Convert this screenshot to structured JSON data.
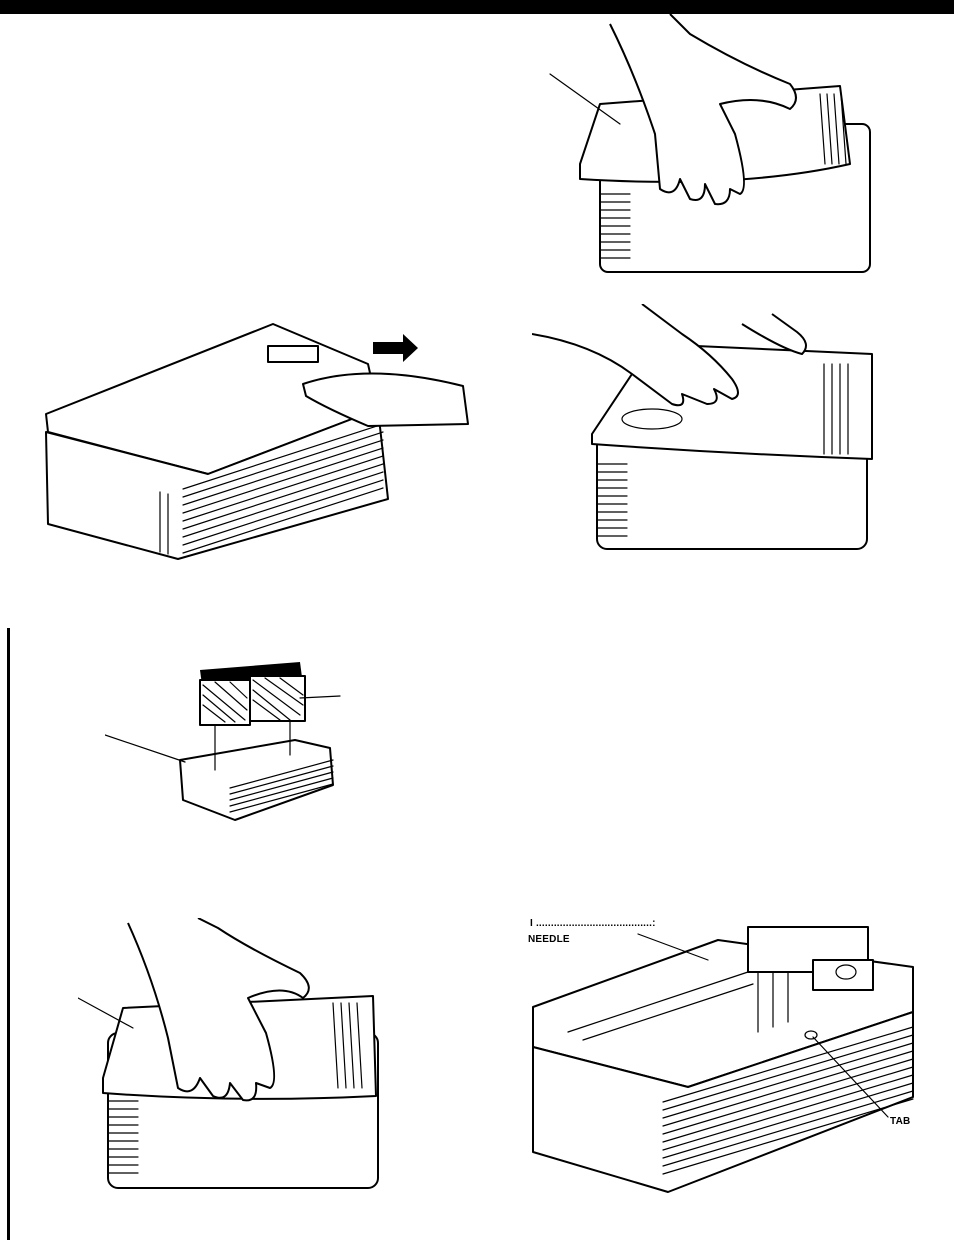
{
  "labels": {
    "tab": "TAB",
    "needle": "NEEDLE",
    "needle_fragment": "I .......................................:"
  }
}
